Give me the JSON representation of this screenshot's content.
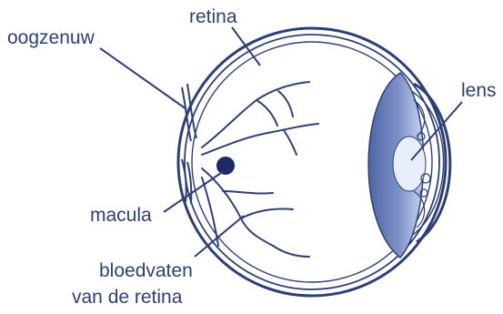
{
  "labels": {
    "optic_nerve": "oogzenuw",
    "retina": "retina",
    "lens": "lens",
    "macula": "macula",
    "blood_vessels_line1": "bloedvaten",
    "blood_vessels_line2": "van de retina"
  },
  "colors": {
    "stroke": "#2e3f78",
    "text": "#2e3f78",
    "lens_fill": "#5a6fae",
    "lens_light": "#c7d3ee",
    "macula": "#1c2a66"
  }
}
